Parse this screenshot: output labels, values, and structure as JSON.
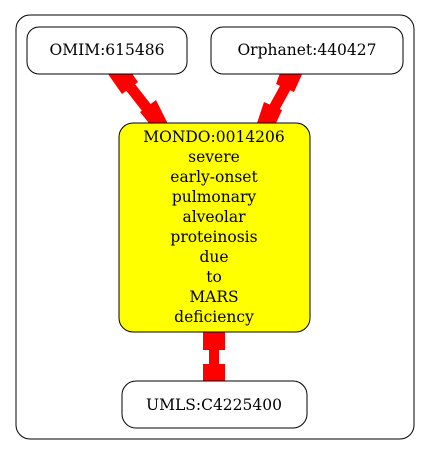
{
  "graph": {
    "nodes": [
      {
        "id": "omim",
        "lines": [
          "OMIM:615486"
        ],
        "fill": "#ffffff"
      },
      {
        "id": "orphanet",
        "lines": [
          "Orphanet:440427"
        ],
        "fill": "#ffffff"
      },
      {
        "id": "mondo",
        "lines": [
          "MONDO:0014206",
          "severe",
          "early-onset",
          "pulmonary",
          "alveolar",
          "proteinosis",
          "due",
          "to",
          "MARS",
          "deficiency"
        ],
        "fill": "#ffff00"
      },
      {
        "id": "umls",
        "lines": [
          "UMLS:C4225400"
        ],
        "fill": "#ffffff"
      }
    ],
    "edges": [
      {
        "from": "omim",
        "to": "mondo"
      },
      {
        "from": "orphanet",
        "to": "mondo"
      },
      {
        "from": "mondo",
        "to": "umls"
      }
    ],
    "edge_color": "#ff0000"
  }
}
